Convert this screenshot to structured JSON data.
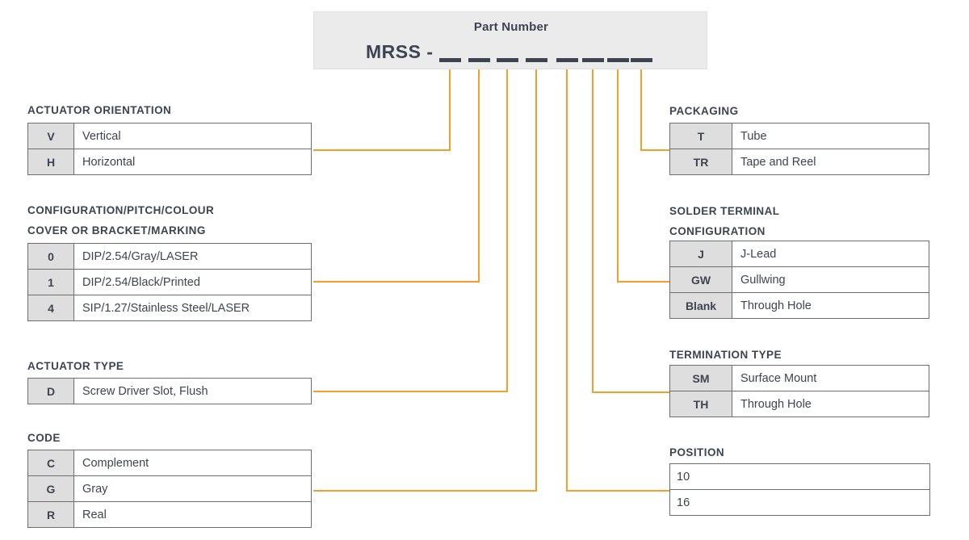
{
  "part_number": {
    "title": "Part Number",
    "prefix": "MRSS -",
    "blank_count": 8,
    "blank_positions": [
      0,
      36,
      71,
      107,
      145,
      177,
      208,
      237
    ]
  },
  "accent_color": "#f2a029",
  "text_color": "#3d4451",
  "code_cell_bg": "#dedede",
  "header_bg": "#ebebeb",
  "left_sections": [
    {
      "heading": "ACTUATOR ORIENTATION",
      "rows": [
        {
          "code": "V",
          "desc": "Vertical"
        },
        {
          "code": "H",
          "desc": "Horizontal"
        }
      ]
    },
    {
      "heading": "CONFIGURATION/PITCH/COLOUR\nCOVER OR BRACKET/MARKING",
      "rows": [
        {
          "code": "0",
          "desc": "DIP/2.54/Gray/LASER"
        },
        {
          "code": "1",
          "desc": "DIP/2.54/Black/Printed"
        },
        {
          "code": "4",
          "desc": "SIP/1.27/Stainless Steel/LASER"
        }
      ]
    },
    {
      "heading": "ACTUATOR TYPE",
      "rows": [
        {
          "code": "D",
          "desc": "Screw Driver Slot, Flush"
        }
      ]
    },
    {
      "heading": "CODE",
      "rows": [
        {
          "code": "C",
          "desc": "Complement"
        },
        {
          "code": "G",
          "desc": "Gray"
        },
        {
          "code": "R",
          "desc": "Real"
        }
      ]
    }
  ],
  "right_sections": [
    {
      "heading": "PACKAGING",
      "rows": [
        {
          "code": "T",
          "desc": "Tube"
        },
        {
          "code": "TR",
          "desc": "Tape and Reel"
        }
      ]
    },
    {
      "heading": "SOLDER TERMINAL\nCONFIGURATION",
      "rows": [
        {
          "code": "J",
          "desc": "J-Lead"
        },
        {
          "code": "GW",
          "desc": "Gullwing"
        },
        {
          "code": "Blank",
          "desc": "Through Hole"
        }
      ]
    },
    {
      "heading": "TERMINATION TYPE",
      "rows": [
        {
          "code": "SM",
          "desc": "Surface Mount"
        },
        {
          "code": "TH",
          "desc": "Through Hole"
        }
      ]
    },
    {
      "heading": "POSITION",
      "full_rows": [
        "10",
        "16"
      ]
    }
  ]
}
